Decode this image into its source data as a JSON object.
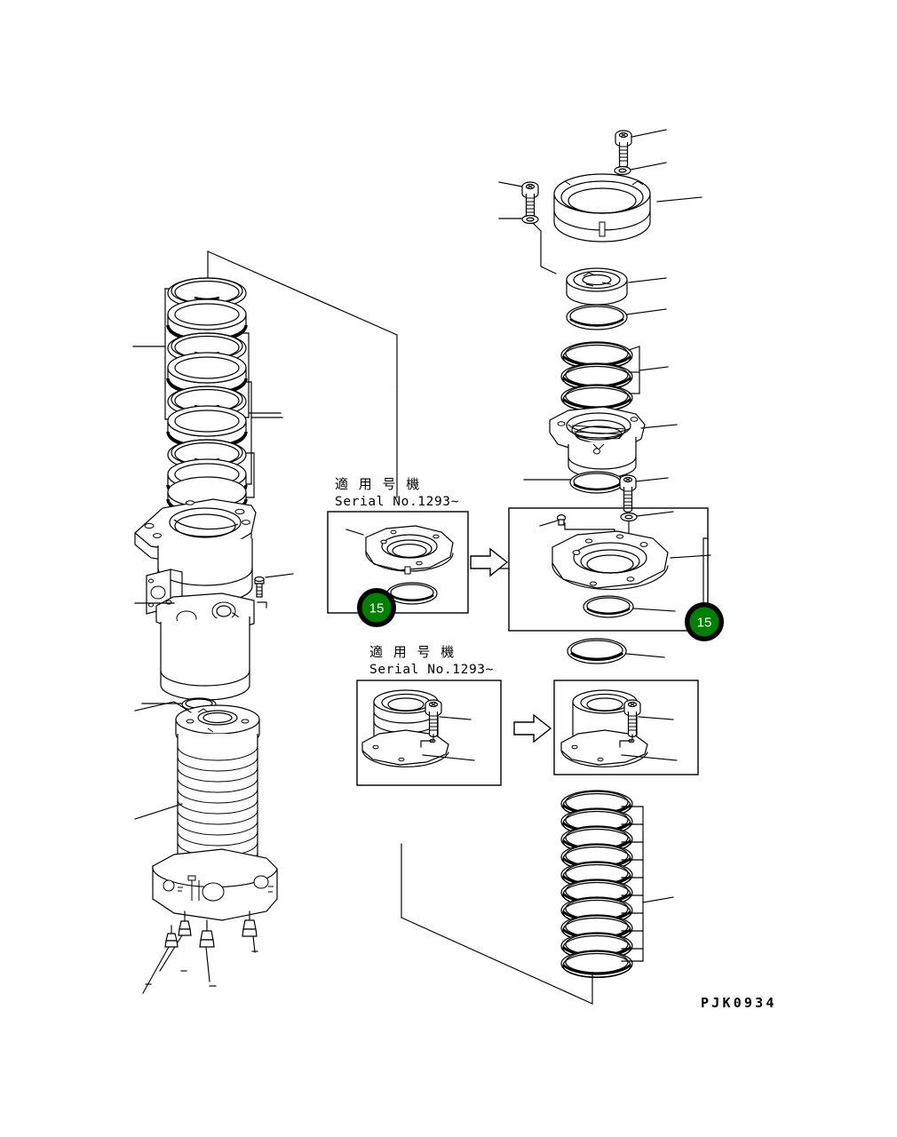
{
  "document": {
    "type": "exploded-parts-diagram",
    "drawing_code": "PJK0934",
    "background_color": "#ffffff",
    "line_color": "#000000"
  },
  "callouts": [
    {
      "id": "callout-upper",
      "title_jp": "適 用 号 機",
      "title_serial": "Serial No.1293~",
      "badge": "15",
      "badge_color": "#008000",
      "badge_ring_color": "#000000",
      "badge_text_color": "#ffffff",
      "contents": "flange-plate-and-o-ring"
    },
    {
      "id": "callout-lower",
      "title_jp": "適 用 号 機",
      "title_serial": "Serial No.1293~",
      "contents": "housing-with-socket-bolt"
    }
  ],
  "badges": [
    {
      "name": "badge-left",
      "label": "15",
      "color": "#008000"
    },
    {
      "name": "badge-right",
      "label": "15",
      "color": "#008000"
    }
  ],
  "source_boxes": [
    {
      "id": "source-upper",
      "contents": "flange-plate-o-ring-bolt-washer"
    },
    {
      "id": "source-lower",
      "contents": "housing-with-socket-bolt"
    }
  ],
  "assemblies": [
    {
      "name": "left-seal-ring-stack",
      "count": 9
    },
    {
      "name": "left-swivel-body-flange",
      "count": 1
    },
    {
      "name": "left-rotor-shaft-assembly",
      "count": 1
    },
    {
      "name": "right-top-cover-cap",
      "count": 1
    },
    {
      "name": "right-thrust-plate",
      "count": 1
    },
    {
      "name": "right-seal-ring-group",
      "count": 3
    },
    {
      "name": "right-bracket-housing",
      "count": 1
    },
    {
      "name": "right-lower-flange",
      "count": 1
    },
    {
      "name": "right-seal-ring-stack",
      "count": 10
    }
  ],
  "footer": {
    "code_label": "PJK0934"
  }
}
